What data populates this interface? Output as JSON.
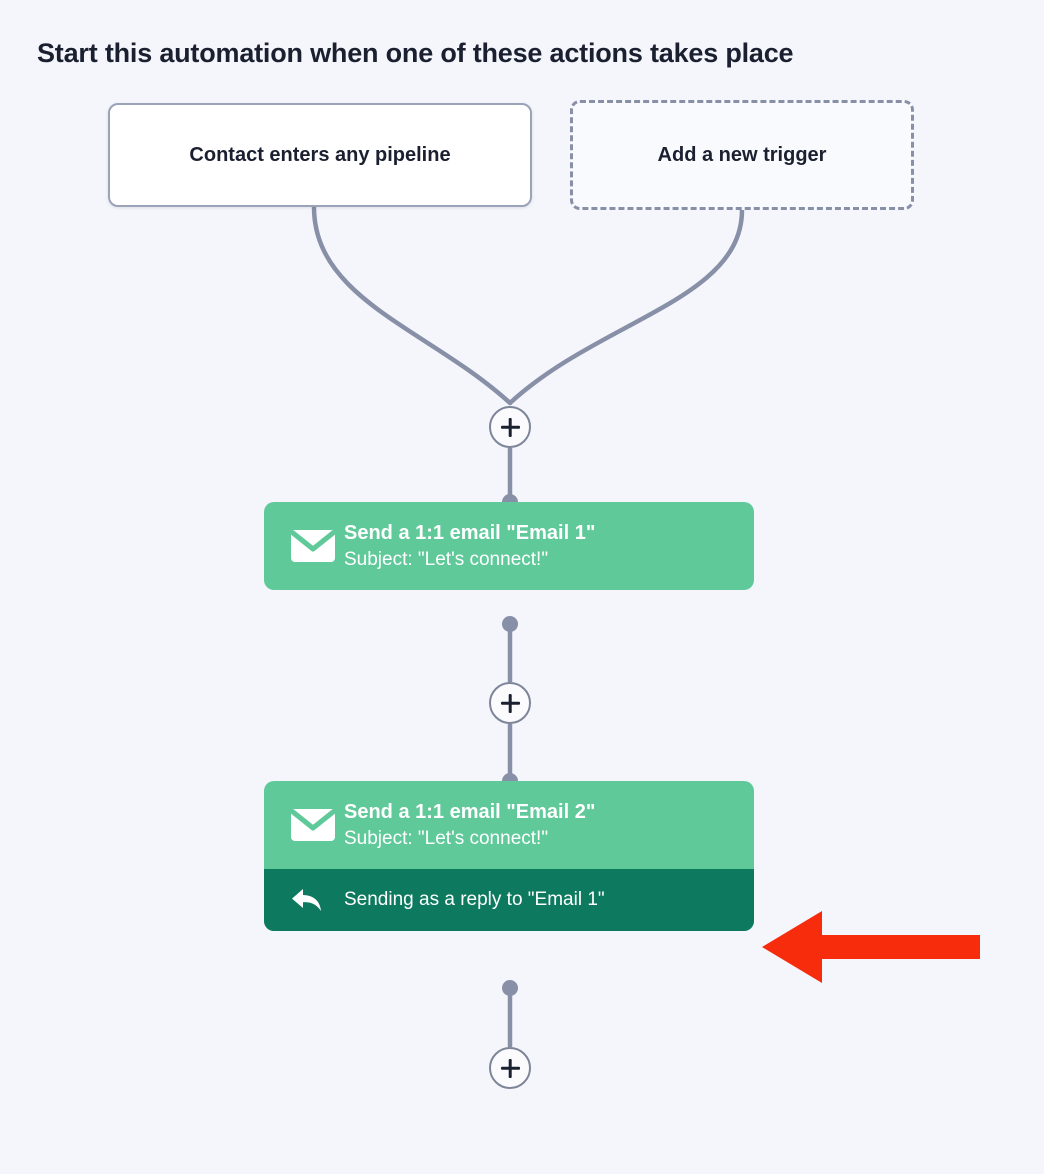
{
  "page": {
    "title": "Start this automation when one of these actions takes place",
    "background_color": "#f5f6fc"
  },
  "triggers": [
    {
      "label": "Contact enters any pipeline",
      "style": "solid",
      "existing": true
    },
    {
      "label": "Add a new trigger",
      "style": "dashed",
      "existing": false
    }
  ],
  "add_buttons": [
    {
      "name": "add-step-after-triggers",
      "glyph": "plus-icon"
    },
    {
      "name": "add-step-between-emails",
      "glyph": "plus-icon"
    },
    {
      "name": "add-step-end",
      "glyph": "plus-icon"
    }
  ],
  "steps": [
    {
      "icon": "envelope-icon",
      "title": "Send a 1:1 email \"Email 1\"",
      "subtitle": "Subject: \"Let's connect!\"",
      "color": "#5fc99a",
      "banner": null
    },
    {
      "icon": "envelope-icon",
      "title": "Send a 1:1 email \"Email 2\"",
      "subtitle": "Subject: \"Let's connect!\"",
      "color": "#5fc99a",
      "banner": {
        "icon": "reply-arrow-icon",
        "label": "Sending as a reply to \"Email 1\"",
        "color": "#0d7a5f"
      }
    }
  ],
  "annotation": {
    "name": "red-pointer-arrow",
    "color": "#f62c0c",
    "direction": "left",
    "points_at": "Sending as a reply to \"Email 1\""
  },
  "colors": {
    "wire": "#8890a8",
    "node_dot": "#8890a8",
    "card_green": "#5fc99a",
    "banner_green": "#0d7a5f",
    "title_text": "#1b2030"
  }
}
